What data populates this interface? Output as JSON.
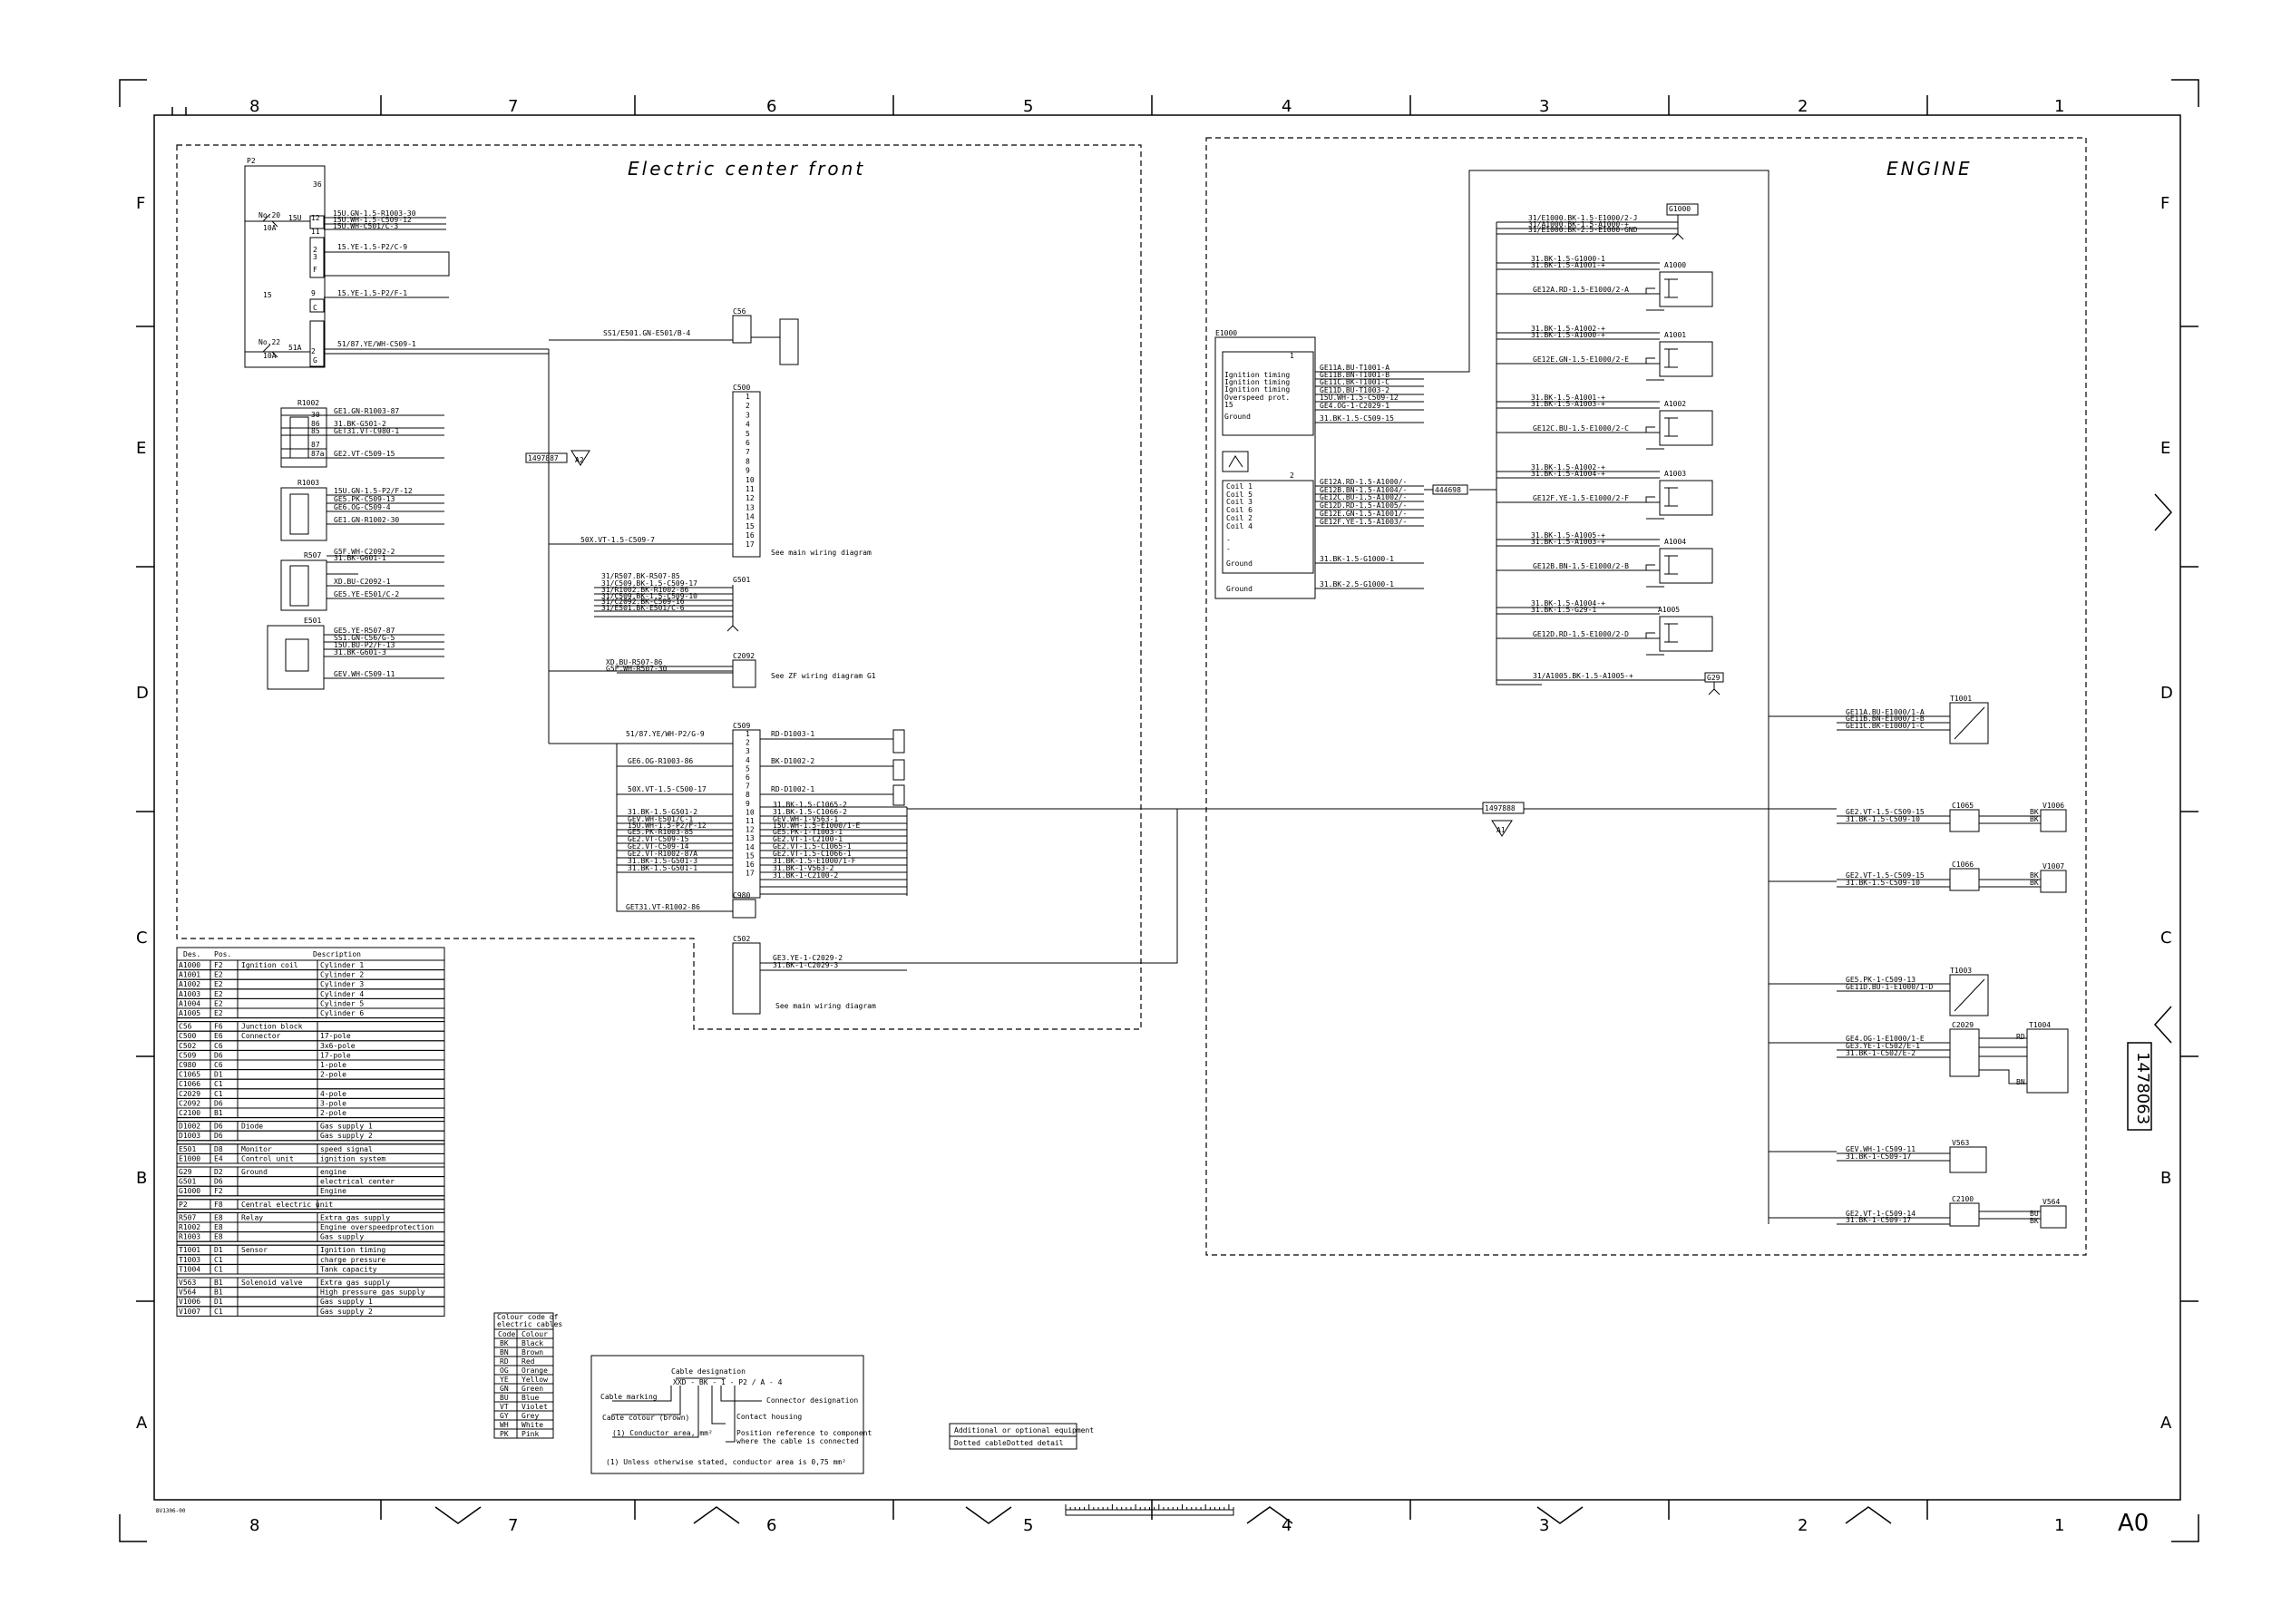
{
  "zones_top": [
    "8",
    "7",
    "6",
    "5",
    "4",
    "3",
    "2",
    "1"
  ],
  "zones_side": [
    "F",
    "E",
    "D",
    "C",
    "B",
    "A"
  ],
  "sheet": {
    "title_left": "Electric center front",
    "title_right": "ENGINE",
    "drawing_number": "1478063",
    "size": "A0",
    "footnote": "BV1306-00"
  },
  "parts": {
    "P2": "P2",
    "R1002": "R1002",
    "R1003": "R1003",
    "R507": "R507",
    "E501": "E501",
    "C56": "C56",
    "C500": "C500",
    "G501": "G501",
    "C2092": "C2092",
    "C509": "C509",
    "C980": "C980",
    "C502": "C502",
    "E1000": "E1000",
    "G1000": "G1000",
    "A1000": "A1000",
    "A1001": "A1001",
    "A1002": "A1002",
    "A1003": "A1003",
    "A1004": "A1004",
    "A1005": "A1005",
    "G29": "G29",
    "T1001": "T1001",
    "C1065": "C1065",
    "V1006": "V1006",
    "C1066": "C1066",
    "V1007": "V1007",
    "T1003": "T1003",
    "C2029": "C2029",
    "T1004": "T1004",
    "V563": "V563",
    "C2100": "C2100",
    "V564": "V564"
  },
  "refs": {
    "r1497887": "1497887",
    "r1497888": "1497888",
    "r444698": "444698",
    "a2": "A2",
    "a1": "A1"
  },
  "wires_p2": [
    "15U.GN-1.5-R1003-30",
    "15U.WH-1.5-C509-12",
    "15U.WH-C501/C-3",
    "15.YE-1.5-P2/C-9",
    "15.YE-1.5-P2/F-1",
    "51/87.YE/WH-C509-1"
  ],
  "p2_labels": {
    "p36": "36",
    "no20": "No.20",
    "a15u": "15U",
    "f10a": "10A",
    "p12": "12",
    "p11": "11",
    "c2": "2",
    "c3": "3",
    "ff": "F",
    "p15": "15",
    "p9": "9",
    "cc": "C",
    "no22": "No.22",
    "a51a": "51A",
    "f10b": "10A",
    "p2": "2",
    "gg": "G"
  },
  "wires_r1002": [
    "GE1.GN-R1003-87",
    "31.BK-G501-2",
    "GET31.VT-C980-1",
    "GE2.VT-C509-15"
  ],
  "wires_r1003": [
    "15U.GN-1.5-P2/F-12",
    "GE5.PK-C509-13",
    "GE6.OG-C509-4",
    "GE1.GN-R1002-30"
  ],
  "wires_r507": [
    "G5F.WH-C2092-2",
    "31.BK-G601-1",
    "XD.BU-C2092-1",
    "GE5.YE-E501/C-2"
  ],
  "wires_e501": [
    "GE5.YE-R507-87",
    "SS1.GN-C56/G-5",
    "15U.BU-P2/F-13",
    "31.BK-G601-3",
    "GEV.WH-C509-11"
  ],
  "relay_pins": [
    "30",
    "86",
    "85",
    "87",
    "87a"
  ],
  "wire_c56": "SS1/E501.GN-E501/B-4",
  "wire_c500": "50X.VT-1.5-C509-7",
  "note_main1": "See main wiring diagram",
  "note_main2": "See main wiring diagram",
  "note_zf": "See ZF wiring diagram G1",
  "wires_g501": [
    "31/R507.BK-R507-85",
    "31/C509.BK-1.5-C509-17",
    "31/R1002.BK-R1002-86",
    "31/C509.BK-1.5-C509-10",
    "31/C2092.BK-C509-16",
    "31/E501.BK-E501/C-6"
  ],
  "wires_c2092": [
    "XD.BU-R507-86",
    "G5F.WH-R507-30"
  ],
  "wires_c509_left": [
    "51/87.YE/WH-P2/G-9",
    "GE6.OG-R1003-86",
    "50X.VT-1.5-C500-17",
    "31.BK-1.5-G501-2",
    "GEV.WH-E501/C-1",
    "15U.WH-1.5-P2/F-12",
    "GE5.PK-R1003-85",
    "GE2.VT-C509-15",
    "GE2.VT-C509-14",
    "GE2.VT-R1002-87A",
    "31.BK-1.5-G501-3",
    "31.BK-1.5-G501-1"
  ],
  "wires_c509_right": [
    "RD-D1003-1",
    "BK-D1002-2",
    "RD-D1002-1",
    "31.BK-1.5-C1065-2",
    "31.BK-1.5-C1066-2",
    "GEV.WH-1-V563-1",
    "15U.WH-1.5-E1000/1-E",
    "GE5.PK-1-T1003-1",
    "GE2.VT-1-C2100-1",
    "GE2.VT-1.5-C1065-1",
    "GE2.VT-1.5-C1066-1",
    "31.BK-1.5-E1000/1-F",
    "31.BK-1-V563-2",
    "31.BK-1-C2100-2"
  ],
  "wire_c980": "GET31.VT-R1002-86",
  "wires_c502": [
    "GE3.YE-1-C2029-2",
    "31.BK-1-C2029-3"
  ],
  "e1000_labels1": [
    "Ignition timing",
    "Ignition timing",
    "Ignition timing",
    "Overspeed prot.",
    "15",
    "Ground"
  ],
  "e1000_wires1": [
    "GE11A.BU-T1001-A",
    "GE11B.BN-T1001-B",
    "GE11C.BK-T1001-C",
    "GE11D.BU-T1003-2",
    "15U.WH-1.5-C509-12",
    "GE4.OG-1-C2029-1",
    "31.BK-1.5-C509-15"
  ],
  "e1000_labels2": [
    "Coil 1",
    "Coil 5",
    "Coil 3",
    "Coil 6",
    "Coil 2",
    "Coil 4",
    "-",
    "-",
    "Ground"
  ],
  "e1000_wires2": [
    "GE12A.RD-1.5-A1000/-",
    "GE12B.BN-1.5-A1004/-",
    "GE12C.BU-1.5-A1002/-",
    "GE12D.RD-1.5-A1005/-",
    "GE12E.GN-1.5-A1001/-",
    "GE12F.YE-1.5-A1003/-",
    "31.BK-1.5-G1000-1",
    "31.BK-2.5-G1000-1"
  ],
  "e1000_ground": "Ground",
  "e1000_sub": [
    "1",
    "2"
  ],
  "wires_g1000": [
    "31/E1000.BK-1.5-E1000/2-J",
    "31/A1000.BK-1.5-A1000-+",
    "31/E1000.BK-2.5-E1000-GND"
  ],
  "coils": [
    {
      "a": "31.BK-1.5-G1000-1",
      "b": "31.BK-1.5-A1001-+",
      "c": "GE12A.RD-1.5-E1000/2-A"
    },
    {
      "a": "31.BK-1.5-A1002-+",
      "b": "31.BK-1.5-A1000-+",
      "c": "GE12E.GN-1.5-E1000/2-E"
    },
    {
      "a": "31.BK-1.5-A1001-+",
      "b": "31.BK-1.5-A1003-+",
      "c": "GE12C.BU-1.5-E1000/2-C"
    },
    {
      "a": "31.BK-1.5-A1002-+",
      "b": "31.BK-1.5-A1004-+",
      "c": "GE12F.YE-1.5-E1000/2-F"
    },
    {
      "a": "31.BK-1.5-A1005-+",
      "b": "31.BK-1.5-A1003-+",
      "c": "GE12B.BN-1.5-E1000/2-B"
    },
    {
      "a": "31.BK-1.5-A1004-+",
      "b": "31.BK-1.5-G29-1",
      "c": "GE12D.RD-1.5-E1000/2-D"
    }
  ],
  "wire_g29": "31/A1005.BK-1.5-A1005-+",
  "wires_t1001": [
    "GE11A.BU-E1000/1-A",
    "GE11B.BN-E1000/1-B",
    "GE11C.BK-E1000/1-C"
  ],
  "wires_c1065": [
    "GE2.VT-1.5-C509-15",
    "31.BK-1.5-C509-10"
  ],
  "wires_c1066": [
    "GE2.VT-1.5-C509-15",
    "31.BK-1.5-C509-10"
  ],
  "wires_t1003": [
    "GE5.PK-1-C509-13",
    "GE11D.BU-1-E1000/1-D"
  ],
  "wires_c2029": [
    "GE4.OG-1-E1000/1-E",
    "GE3.YE-1-C502/E-1",
    "31.BK-1-C502/E-2"
  ],
  "wires_v563": [
    "GEV.WH-1-C509-11",
    "31.BK-1-C509-17"
  ],
  "wires_c2100": [
    "GE2.VT-1-C509-14",
    "31.BK-1-C509-17"
  ],
  "diode_pins": {
    "bk": "BK",
    "rd": "RD",
    "bu": "BU",
    "bn": "BN"
  },
  "table": {
    "headers": [
      "Des.",
      "Pos.",
      "Description"
    ],
    "rows": [
      [
        "A1000",
        "F2",
        "Ignition coil",
        "Cylinder 1"
      ],
      [
        "A1001",
        "E2",
        "",
        "Cylinder 2"
      ],
      [
        "A1002",
        "E2",
        "",
        "Cylinder 3"
      ],
      [
        "A1003",
        "E2",
        "",
        "Cylinder 4"
      ],
      [
        "A1004",
        "E2",
        "",
        "Cylinder 5"
      ],
      [
        "A1005",
        "E2",
        "",
        "Cylinder 6"
      ],
      [
        "",
        "",
        "",
        ""
      ],
      [
        "C56",
        "F6",
        "Junction block",
        ""
      ],
      [
        "C500",
        "E6",
        "Connector",
        "17-pole"
      ],
      [
        "C502",
        "C6",
        "",
        "3x6-pole"
      ],
      [
        "C509",
        "D6",
        "",
        "17-pole"
      ],
      [
        "C980",
        "C6",
        "",
        "1-pole"
      ],
      [
        "C1065",
        "D1",
        "",
        "2-pole"
      ],
      [
        "C1066",
        "C1",
        "",
        ""
      ],
      [
        "C2029",
        "C1",
        "",
        "4-pole"
      ],
      [
        "C2092",
        "D6",
        "",
        "3-pole"
      ],
      [
        "C2100",
        "B1",
        "",
        "2-pole"
      ],
      [
        "",
        "",
        "",
        ""
      ],
      [
        "D1002",
        "D6",
        "Diode",
        "Gas supply 1"
      ],
      [
        "D1003",
        "D6",
        "",
        "Gas supply 2"
      ],
      [
        "",
        "",
        "",
        ""
      ],
      [
        "E501",
        "D8",
        "Monitor",
        "speed signal"
      ],
      [
        "E1000",
        "E4",
        "Control unit",
        "ignition system"
      ],
      [
        "",
        "",
        "",
        ""
      ],
      [
        "G29",
        "D2",
        "Ground",
        "engine"
      ],
      [
        "G501",
        "D6",
        "",
        "electrical center"
      ],
      [
        "G1000",
        "F2",
        "",
        "Engine"
      ],
      [
        "",
        "",
        "",
        ""
      ],
      [
        "P2",
        "F8",
        "Central electric unit",
        ""
      ],
      [
        "",
        "",
        "",
        ""
      ],
      [
        "R507",
        "E8",
        "Relay",
        "Extra gas supply"
      ],
      [
        "R1002",
        "E8",
        "",
        "Engine overspeedprotection"
      ],
      [
        "R1003",
        "E8",
        "",
        "Gas supply"
      ],
      [
        "",
        "",
        "",
        ""
      ],
      [
        "T1001",
        "D1",
        "Sensor",
        "Ignition timing"
      ],
      [
        "T1003",
        "C1",
        "",
        "charge pressure"
      ],
      [
        "T1004",
        "C1",
        "",
        "Tank capacity"
      ],
      [
        "",
        "",
        "",
        ""
      ],
      [
        "V563",
        "B1",
        "Solenoid valve",
        "Extra gas supply"
      ],
      [
        "V564",
        "B1",
        "",
        "High pressure gas supply"
      ],
      [
        "V1006",
        "D1",
        "",
        "Gas supply 1"
      ],
      [
        "V1007",
        "C1",
        "",
        "Gas supply 2"
      ]
    ]
  },
  "colour_table": {
    "title": [
      "Colour code of",
      "electric cables"
    ],
    "headers": [
      "Code",
      "Colour"
    ],
    "rows": [
      [
        "BK",
        "Black"
      ],
      [
        "BN",
        "Brown"
      ],
      [
        "RD",
        "Red"
      ],
      [
        "OG",
        "Orange"
      ],
      [
        "YE",
        "Yellow"
      ],
      [
        "GN",
        "Green"
      ],
      [
        "BU",
        "Blue"
      ],
      [
        "VT",
        "Violet"
      ],
      [
        "GY",
        "Grey"
      ],
      [
        "WH",
        "White"
      ],
      [
        "PK",
        "Pink"
      ]
    ]
  },
  "legend": {
    "title": "Cable designation",
    "example": "XXD - BK - 1 - P2 / A - 4",
    "cable_marking": "Cable marking",
    "cable_colour": "Cable colour (brown)",
    "conductor": "(1) Conductor area, mm²",
    "connector": "Connector designation",
    "contact": "Contact housing",
    "position1": "Position reference to component",
    "position2": "where the cable is connected",
    "note": "(1) Unless otherwise stated, conductor area is 0,75 mm²"
  },
  "extra": {
    "line1": "Additional or optional equipment",
    "line2a": "Dotted cable",
    "line2b": "Dotted detail"
  }
}
